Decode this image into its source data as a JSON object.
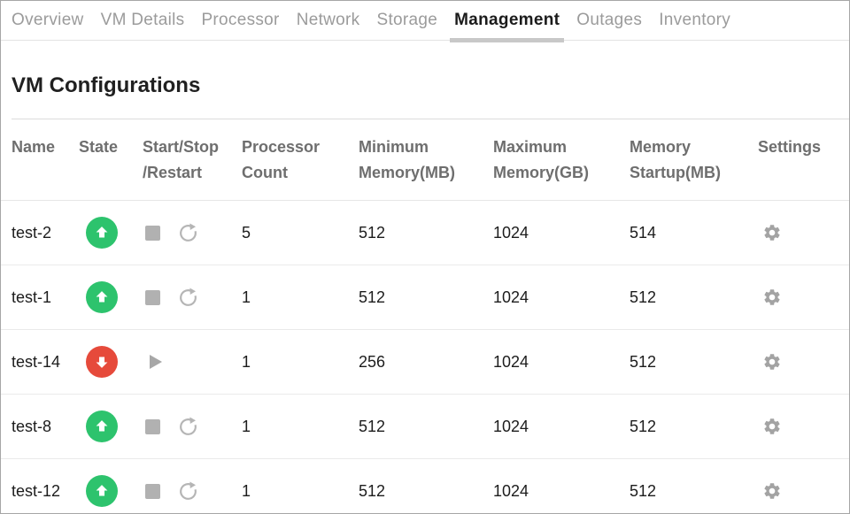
{
  "tabs": {
    "items": [
      {
        "label": "Overview",
        "active": false
      },
      {
        "label": "VM Details",
        "active": false
      },
      {
        "label": "Processor",
        "active": false
      },
      {
        "label": "Network",
        "active": false
      },
      {
        "label": "Storage",
        "active": false
      },
      {
        "label": "Management",
        "active": true
      },
      {
        "label": "Outages",
        "active": false
      },
      {
        "label": "Inventory",
        "active": false
      }
    ]
  },
  "page": {
    "title": "VM Configurations"
  },
  "table": {
    "columns": [
      {
        "line1": "Name",
        "line2": ""
      },
      {
        "line1": "State",
        "line2": ""
      },
      {
        "line1": "Start/Stop",
        "line2": "/Restart"
      },
      {
        "line1": "Processor",
        "line2": "Count"
      },
      {
        "line1": "Minimum",
        "line2": "Memory(MB)"
      },
      {
        "line1": "Maximum",
        "line2": "Memory(GB)"
      },
      {
        "line1": "Memory",
        "line2": "Startup(MB)"
      },
      {
        "line1": "Settings",
        "line2": ""
      }
    ],
    "rows": [
      {
        "name": "test-2",
        "state": "up",
        "controls": [
          "stop",
          "restart"
        ],
        "processor_count": "5",
        "min_memory_mb": "512",
        "max_memory_gb": "1024",
        "memory_startup_mb": "514"
      },
      {
        "name": "test-1",
        "state": "up",
        "controls": [
          "stop",
          "restart"
        ],
        "processor_count": "1",
        "min_memory_mb": "512",
        "max_memory_gb": "1024",
        "memory_startup_mb": "512"
      },
      {
        "name": "test-14",
        "state": "down",
        "controls": [
          "start"
        ],
        "processor_count": "1",
        "min_memory_mb": "256",
        "max_memory_gb": "1024",
        "memory_startup_mb": "512"
      },
      {
        "name": "test-8",
        "state": "up",
        "controls": [
          "stop",
          "restart"
        ],
        "processor_count": "1",
        "min_memory_mb": "512",
        "max_memory_gb": "1024",
        "memory_startup_mb": "512"
      },
      {
        "name": "test-12",
        "state": "up",
        "controls": [
          "stop",
          "restart"
        ],
        "processor_count": "1",
        "min_memory_mb": "512",
        "max_memory_gb": "1024",
        "memory_startup_mb": "512"
      }
    ]
  },
  "icons": {
    "state_up": "up-arrow-circle-icon",
    "state_down": "down-arrow-circle-icon",
    "stop": "stop-icon",
    "start": "play-icon",
    "restart": "restart-icon",
    "settings": "gear-icon"
  },
  "colors": {
    "state_up": "#2dc36d",
    "state_down": "#e64a3b",
    "active_tab_underline": "#c8c8c8",
    "icon_gray": "#b1b1b1",
    "header_text": "#6e6e6e"
  }
}
